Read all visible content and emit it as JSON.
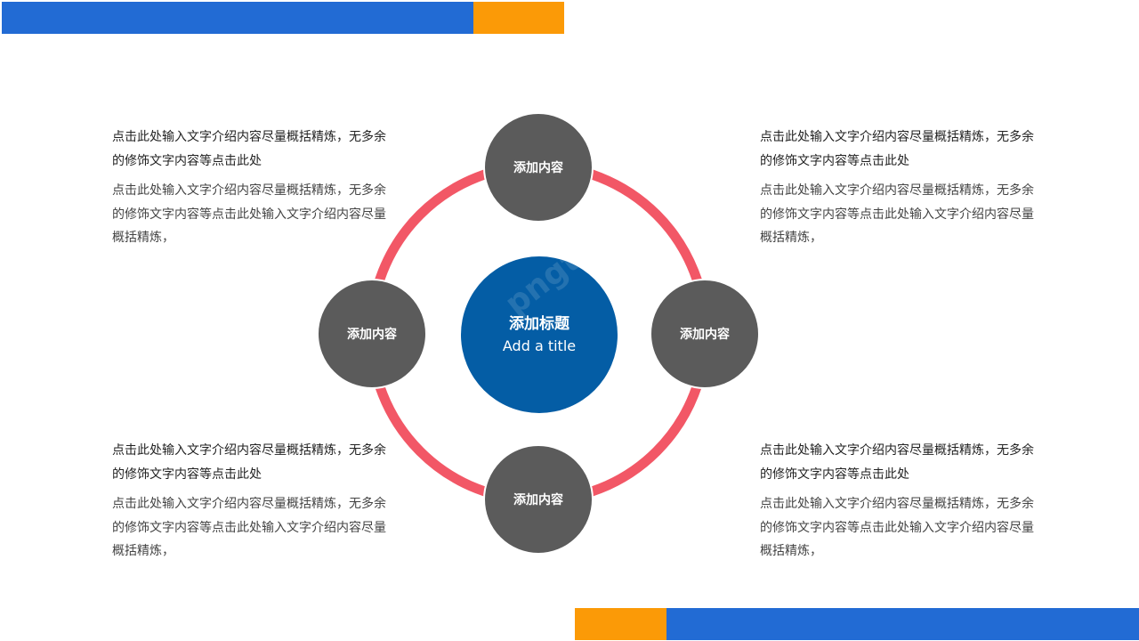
{
  "colors": {
    "blue_bar": "#226bd4",
    "orange_bar": "#fb9a07",
    "ring": "#f25766",
    "node": "#5b5b5b",
    "center": "#045da5"
  },
  "center": {
    "title": "添加标题",
    "subtitle": "Add a title"
  },
  "watermark": "pngtree",
  "nodes": {
    "top": "添加内容",
    "left": "添加内容",
    "right": "添加内容",
    "bottom": "添加内容"
  },
  "text_blocks": {
    "top_left": {
      "lead": "点击此处输入文字介绍内容尽量概括精炼，无多余的修饰文字内容等点击此处",
      "body": "点击此处输入文字介绍内容尽量概括精炼，无多余的修饰文字内容等点击此处输入文字介绍内容尽量概括精炼，"
    },
    "top_right": {
      "lead": "点击此处输入文字介绍内容尽量概括精炼，无多余的修饰文字内容等点击此处",
      "body": "点击此处输入文字介绍内容尽量概括精炼，无多余的修饰文字内容等点击此处输入文字介绍内容尽量概括精炼，"
    },
    "bottom_left": {
      "lead": "点击此处输入文字介绍内容尽量概括精炼，无多余的修饰文字内容等点击此处",
      "body": "点击此处输入文字介绍内容尽量概括精炼，无多余的修饰文字内容等点击此处输入文字介绍内容尽量概括精炼，"
    },
    "bottom_right": {
      "lead": "点击此处输入文字介绍内容尽量概括精炼，无多余的修饰文字内容等点击此处",
      "body": "点击此处输入文字介绍内容尽量概括精炼，无多余的修饰文字内容等点击此处输入文字介绍内容尽量概括精炼，"
    }
  }
}
